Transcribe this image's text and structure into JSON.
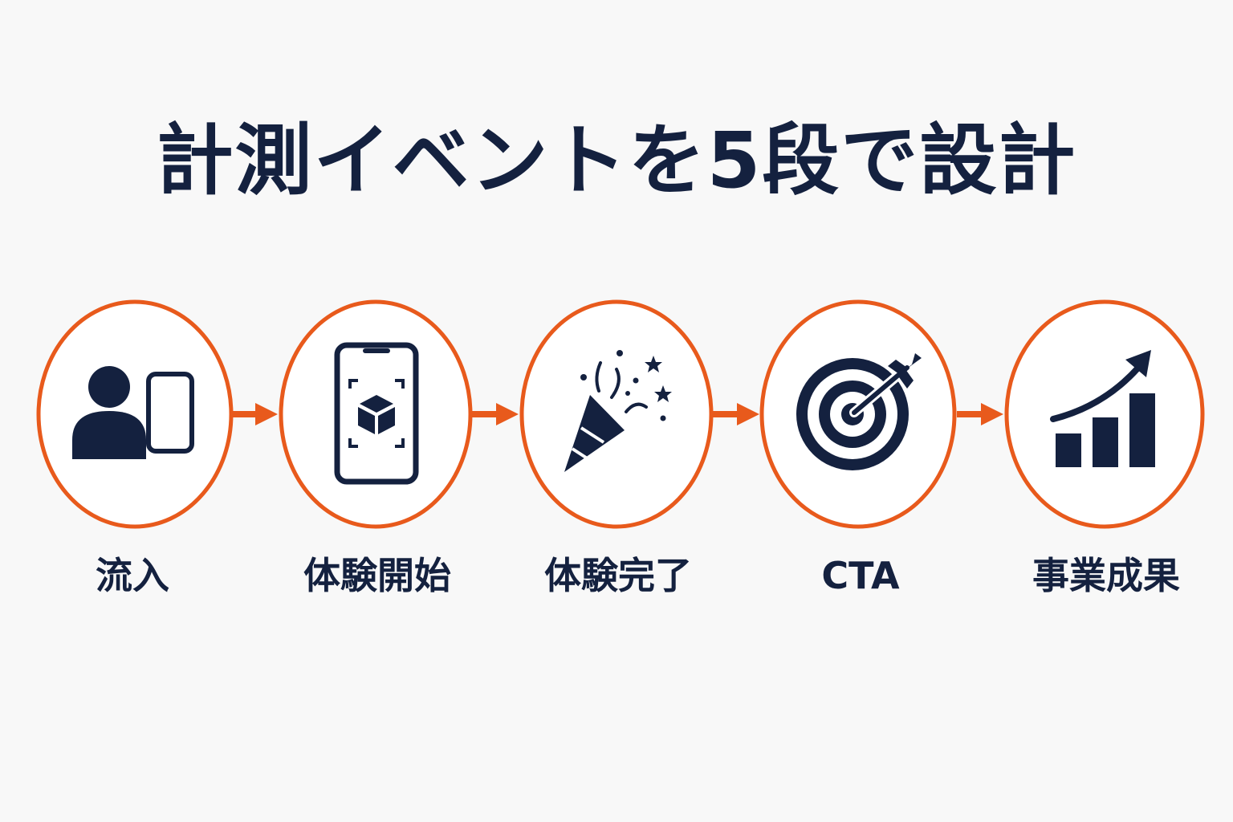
{
  "title": "計測イベントを5段で設計",
  "colors": {
    "accent": "#e85a1c",
    "ink": "#14213f",
    "background": "#f8f8f8"
  },
  "steps": [
    {
      "label": "流入",
      "icon": "person-with-smartphone-icon"
    },
    {
      "label": "体験開始",
      "icon": "smartphone-ar-cube-icon"
    },
    {
      "label": "体験完了",
      "icon": "party-popper-icon"
    },
    {
      "label": "CTA",
      "icon": "target-with-arrow-icon"
    },
    {
      "label": "事業成果",
      "icon": "rising-bar-chart-icon"
    }
  ]
}
